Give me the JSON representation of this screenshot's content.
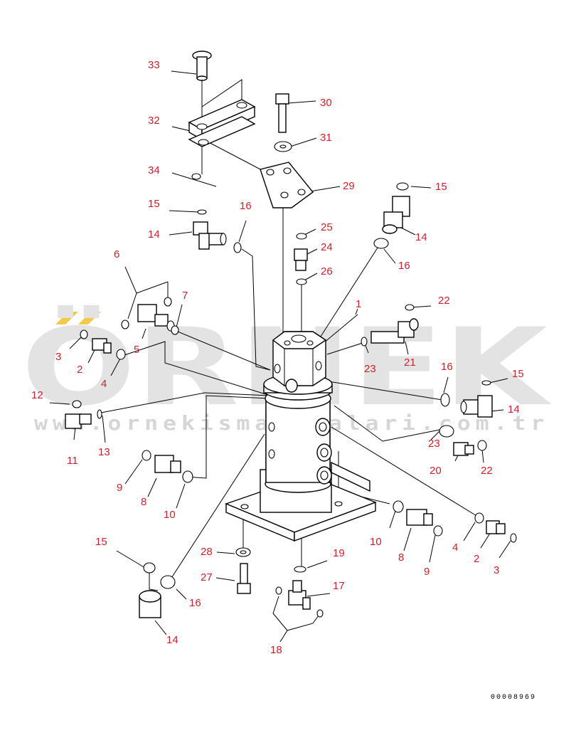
{
  "watermark": {
    "brand": "ÖRNEK",
    "url": "www.ornekismakinalari.com.tr",
    "accent_color": "#f2c94c",
    "text_color": "#e3e3e3"
  },
  "drawing_code": "00008969",
  "label_color": "#c8232c",
  "callouts": [
    {
      "id": "c33a",
      "text": "33"
    },
    {
      "id": "c32a",
      "text": "32"
    },
    {
      "id": "c34a",
      "text": "34"
    },
    {
      "id": "c30a",
      "text": "30"
    },
    {
      "id": "c31a",
      "text": "31"
    },
    {
      "id": "c29a",
      "text": "29"
    },
    {
      "id": "c15a",
      "text": "15"
    },
    {
      "id": "c16a",
      "text": "16"
    },
    {
      "id": "c14a",
      "text": "14"
    },
    {
      "id": "c25a",
      "text": "25"
    },
    {
      "id": "c24a",
      "text": "24"
    },
    {
      "id": "c26a",
      "text": "26"
    },
    {
      "id": "c15b",
      "text": "15"
    },
    {
      "id": "c14b",
      "text": "14"
    },
    {
      "id": "c16b",
      "text": "16"
    },
    {
      "id": "c6a",
      "text": "6"
    },
    {
      "id": "c7a",
      "text": "7"
    },
    {
      "id": "c5a",
      "text": "5"
    },
    {
      "id": "c3a",
      "text": "3"
    },
    {
      "id": "c2a",
      "text": "2"
    },
    {
      "id": "c4a",
      "text": "4"
    },
    {
      "id": "c1a",
      "text": "1"
    },
    {
      "id": "c22a",
      "text": "22"
    },
    {
      "id": "c21a",
      "text": "21"
    },
    {
      "id": "c23a",
      "text": "23"
    },
    {
      "id": "c16c",
      "text": "16"
    },
    {
      "id": "c15c",
      "text": "15"
    },
    {
      "id": "c14c",
      "text": "14"
    },
    {
      "id": "c12a",
      "text": "12"
    },
    {
      "id": "c11a",
      "text": "11"
    },
    {
      "id": "c13a",
      "text": "13"
    },
    {
      "id": "c23b",
      "text": "23"
    },
    {
      "id": "c20a",
      "text": "20"
    },
    {
      "id": "c22b",
      "text": "22"
    },
    {
      "id": "c9a",
      "text": "9"
    },
    {
      "id": "c8a",
      "text": "8"
    },
    {
      "id": "c10a",
      "text": "10"
    },
    {
      "id": "c10b",
      "text": "10"
    },
    {
      "id": "c8b",
      "text": "8"
    },
    {
      "id": "c9b",
      "text": "9"
    },
    {
      "id": "c4b",
      "text": "4"
    },
    {
      "id": "c2b",
      "text": "2"
    },
    {
      "id": "c3b",
      "text": "3"
    },
    {
      "id": "c15d",
      "text": "15"
    },
    {
      "id": "c28a",
      "text": "28"
    },
    {
      "id": "c27a",
      "text": "27"
    },
    {
      "id": "c16d",
      "text": "16"
    },
    {
      "id": "c14d",
      "text": "14"
    },
    {
      "id": "c19a",
      "text": "19"
    },
    {
      "id": "c17a",
      "text": "17"
    },
    {
      "id": "c18a",
      "text": "18"
    }
  ]
}
